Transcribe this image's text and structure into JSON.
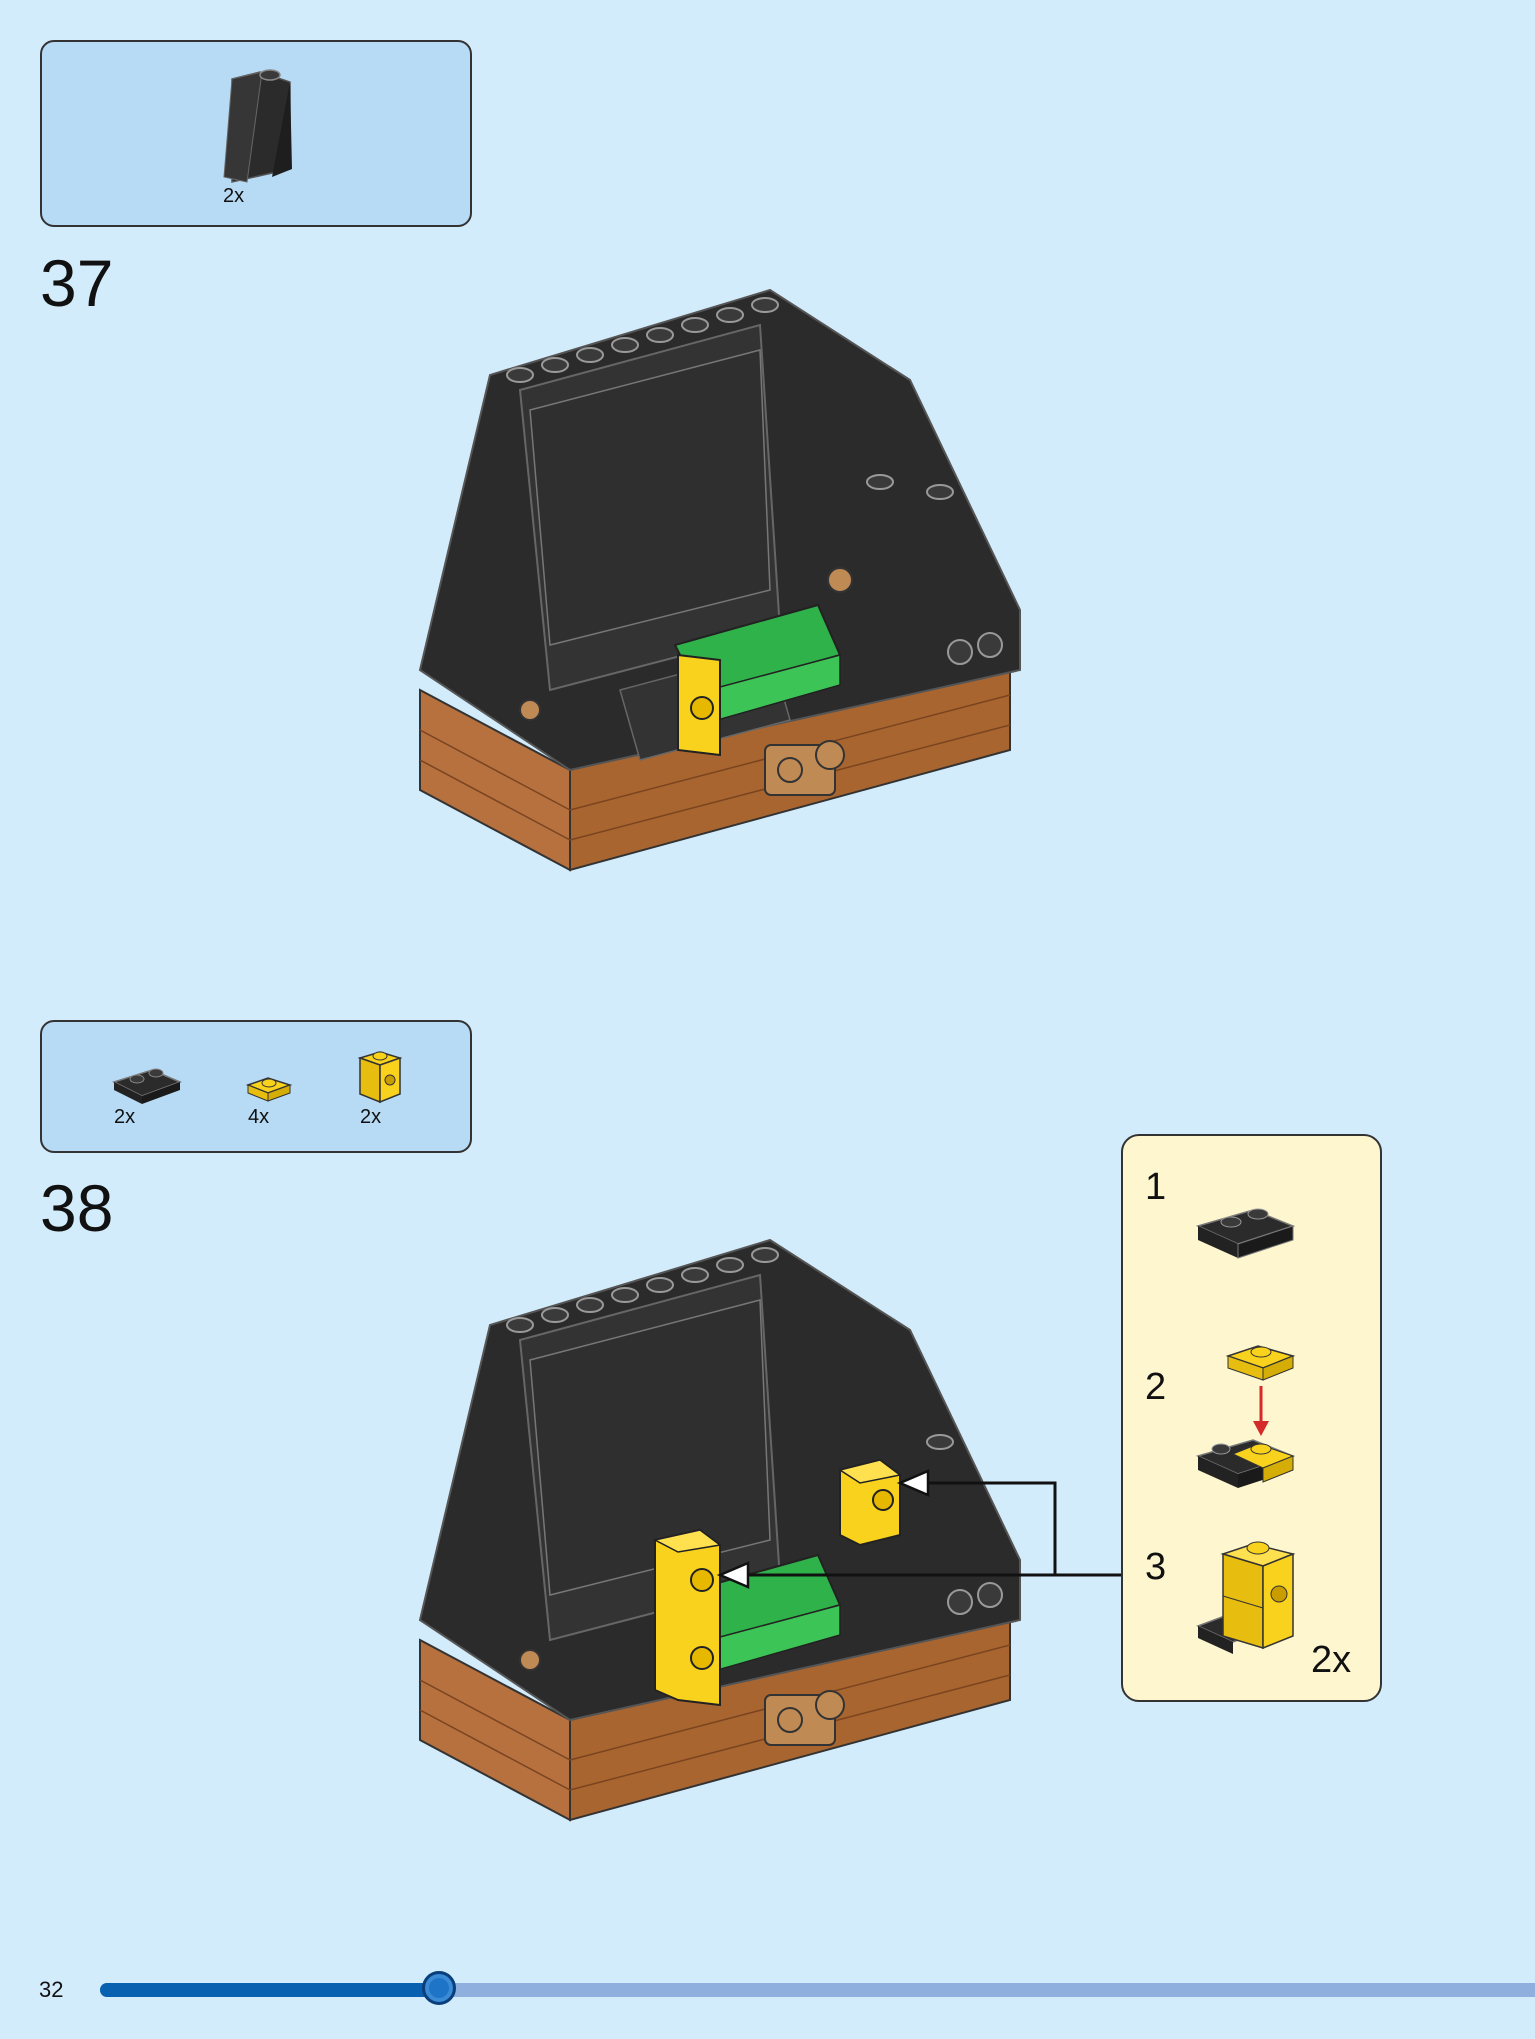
{
  "steps": [
    {
      "number": "37",
      "parts": [
        {
          "icon": "black-slope-brick-icon",
          "qty": "2x"
        }
      ]
    },
    {
      "number": "38",
      "parts": [
        {
          "icon": "black-plate-1x2-icon",
          "qty": "2x"
        },
        {
          "icon": "yellow-plate-1x1-icon",
          "qty": "4x"
        },
        {
          "icon": "yellow-brick-with-stud-icon",
          "qty": "2x"
        }
      ],
      "callout": {
        "substeps": [
          "1",
          "2",
          "3"
        ],
        "qty": "2x"
      }
    }
  ],
  "footer": {
    "page_number": "32",
    "progress": 0.236
  },
  "colors": {
    "background": "#d3ecfb",
    "parts_box": "#b7daf5",
    "callout": "#fef6cf",
    "brick_black": "#2b2b2b",
    "brick_green": "#2fb24a",
    "brick_yellow": "#f8d21c",
    "brick_brown": "#b6713f",
    "progress_fill": "#0860b0",
    "progress_track": "#8fb0df",
    "arrow_red": "#d42a2a"
  }
}
